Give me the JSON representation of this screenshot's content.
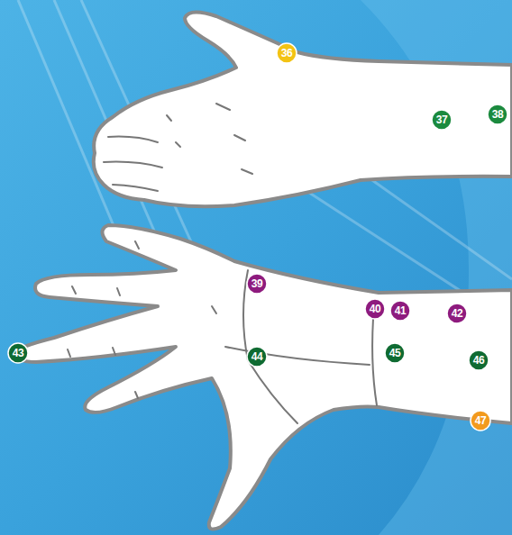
{
  "diagram": {
    "nodes": [
      {
        "text": [
          "36"
        ]
      },
      {
        "text": [
          "37"
        ]
      },
      {
        "text": [
          "38"
        ]
      },
      {
        "text": [
          "39"
        ]
      },
      {
        "text": [
          "40"
        ]
      },
      {
        "text": [
          "41"
        ]
      },
      {
        "text": [
          "42"
        ]
      },
      {
        "text": [
          "43"
        ]
      },
      {
        "text": [
          "44"
        ]
      },
      {
        "text": [
          "45"
        ]
      },
      {
        "text": [
          "46"
        ]
      },
      {
        "text": [
          "47"
        ]
      }
    ]
  }
}
